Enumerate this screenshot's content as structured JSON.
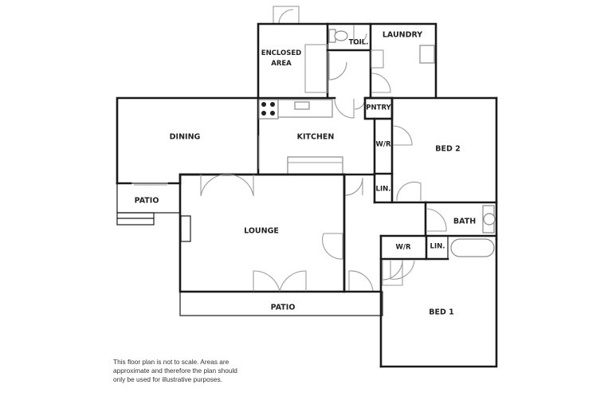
{
  "floor_plan": {
    "rooms": [
      {
        "id": "enclosed-area",
        "label": "ENCLOSED AREA",
        "line1": "ENCLOSED",
        "line2": "AREA"
      },
      {
        "id": "toilet",
        "label": "TOIL."
      },
      {
        "id": "laundry",
        "label": "LAUNDRY"
      },
      {
        "id": "pantry",
        "label": "PNTRY"
      },
      {
        "id": "dining",
        "label": "DINING"
      },
      {
        "id": "kitchen",
        "label": "KITCHEN"
      },
      {
        "id": "wr-bed2",
        "label": "W/R"
      },
      {
        "id": "bed2",
        "label": "BED 2"
      },
      {
        "id": "patio-west",
        "label": "PATIO"
      },
      {
        "id": "linen-1",
        "label": "LIN."
      },
      {
        "id": "lounge",
        "label": "LOUNGE"
      },
      {
        "id": "bath",
        "label": "BATH"
      },
      {
        "id": "wr-bed1",
        "label": "W/R"
      },
      {
        "id": "linen-2",
        "label": "LIN."
      },
      {
        "id": "patio-south",
        "label": "PATIO"
      },
      {
        "id": "bed1",
        "label": "BED 1"
      }
    ],
    "fixtures": [
      "cooktop-icon",
      "sink-icon",
      "toilet-icon",
      "laundry-tub-icon",
      "basin-icon",
      "bathtub-icon",
      "heater-icon"
    ],
    "disclaimer": {
      "line1": "This floor plan is not to scale. Areas are",
      "line2": "approximate and therefore the plan should",
      "line3": "only be used for illustrative purposes."
    },
    "colors": {
      "wall": "#1a1a1a",
      "door": "#9a9a9a",
      "background": "#ffffff"
    }
  }
}
